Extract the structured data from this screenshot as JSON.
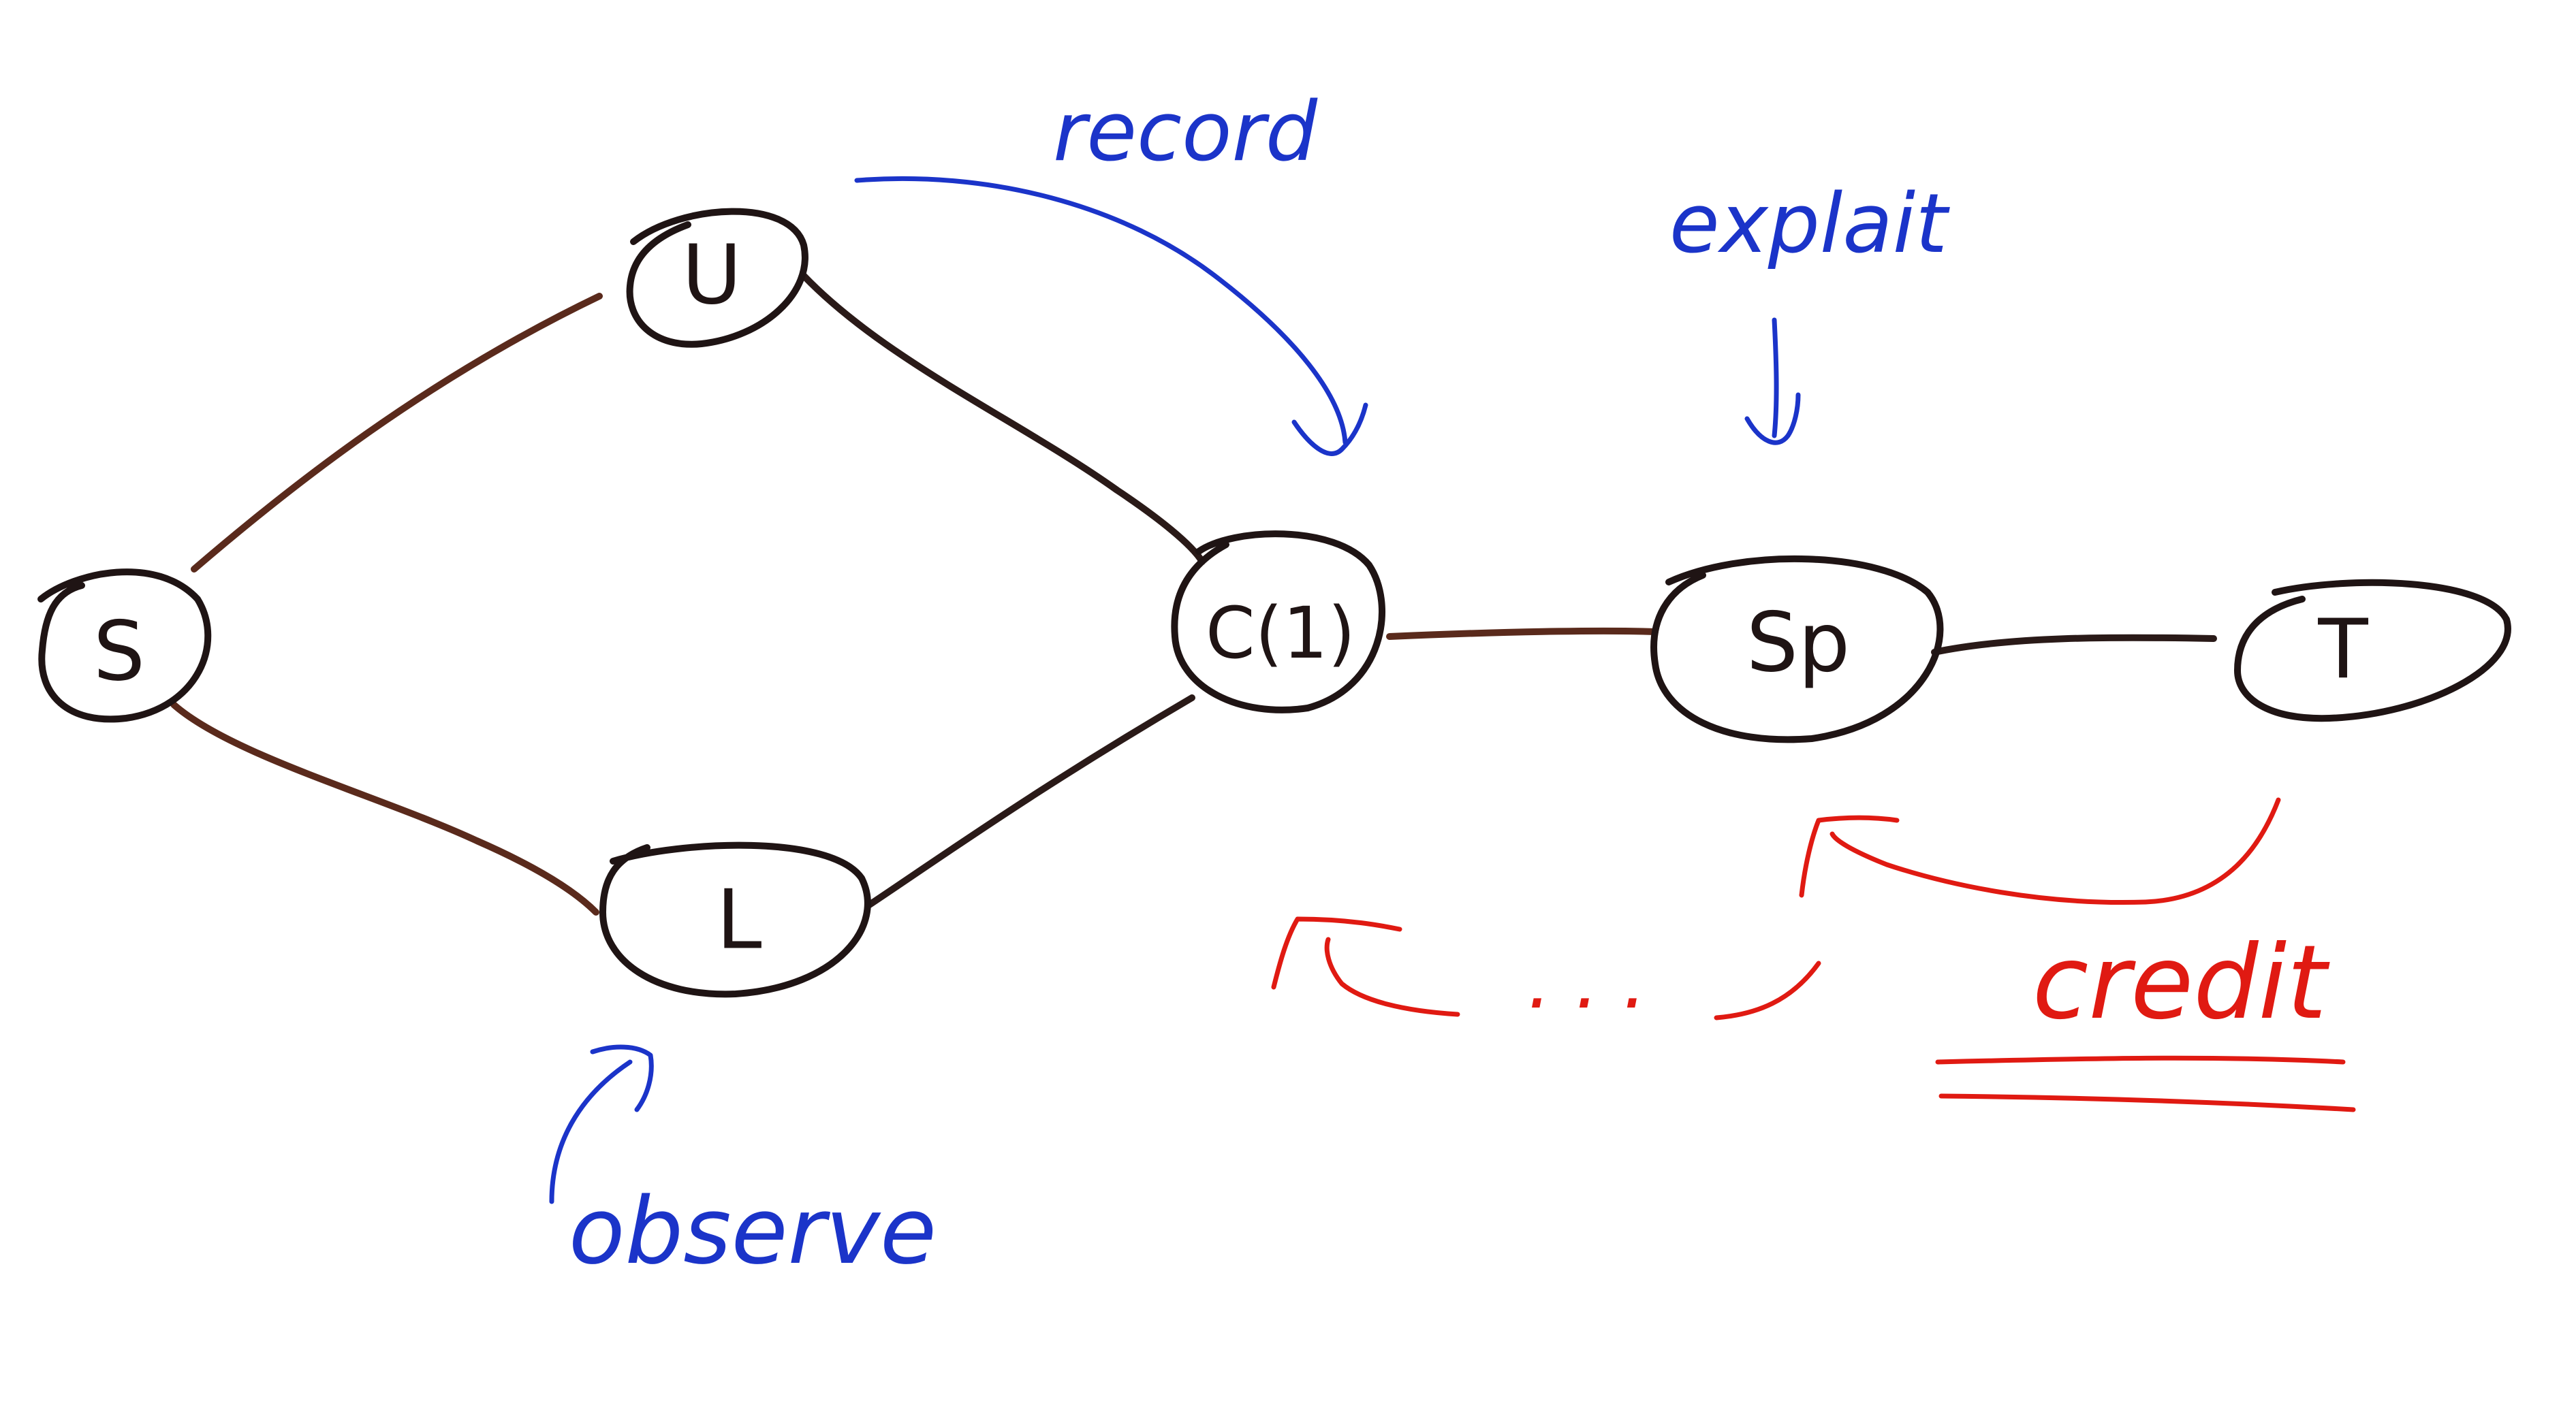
{
  "colors": {
    "node": "#1f1414",
    "edge": "#2a1a18",
    "edge_warm": "#5a2a1c",
    "blue": "#1b34c9",
    "red": "#e01a12"
  },
  "nodes": {
    "s": {
      "label": "S"
    },
    "u": {
      "label": "U"
    },
    "l": {
      "label": "L"
    },
    "c": {
      "label": "C(1)"
    },
    "sp": {
      "label": "Sp"
    },
    "t": {
      "label": "T"
    }
  },
  "annotations": {
    "record": "record",
    "explait": "explait",
    "observe": "observe",
    "credit": "credit",
    "ellipsis": ". . ."
  }
}
